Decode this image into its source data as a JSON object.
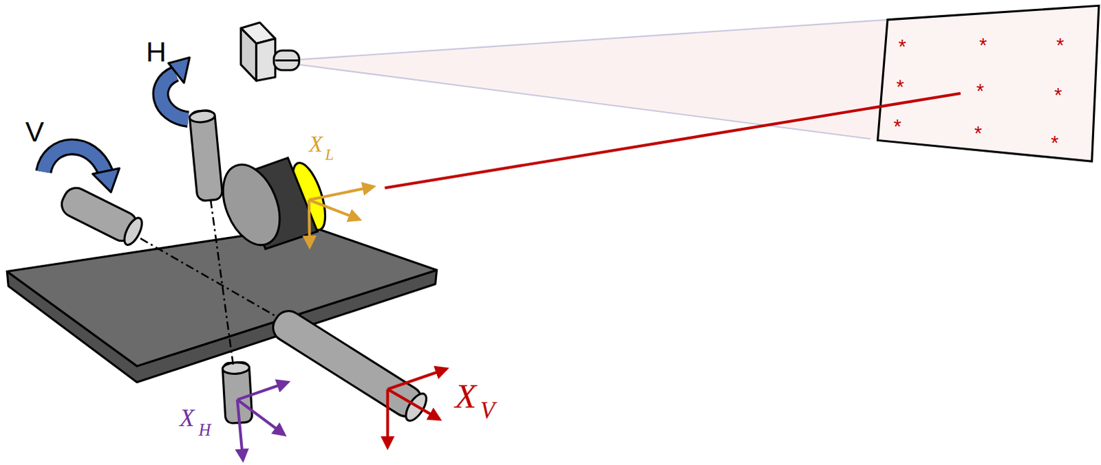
{
  "diagram": {
    "labels": [
      "H",
      "V",
      "X",
      "L",
      "X",
      "H",
      "X",
      "V",
      "*",
      "*",
      "*",
      "*",
      "*",
      "*",
      "*",
      "*",
      "*"
    ]
  }
}
